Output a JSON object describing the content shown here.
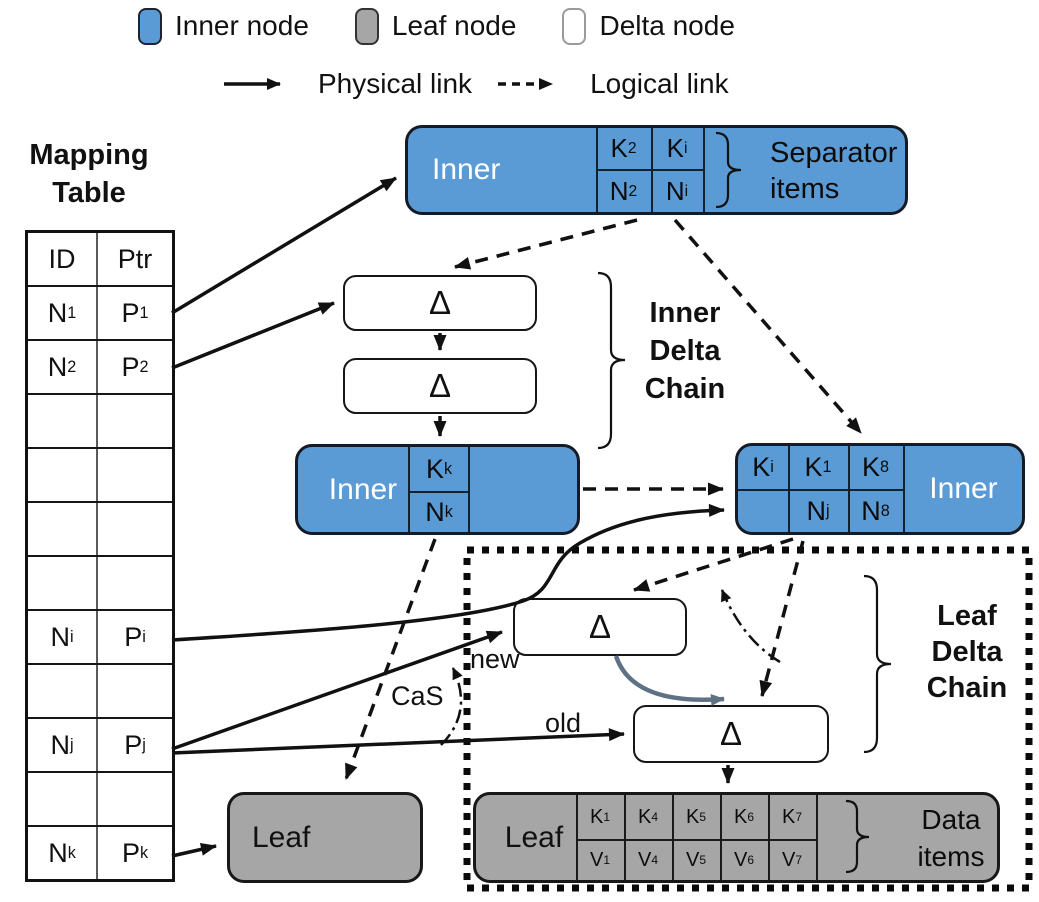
{
  "colors": {
    "inner_node": "#5b9bd5",
    "leaf_node": "#a6a6a6",
    "delta_node": "#ffffff",
    "outline": "#151b26",
    "install_arrow": "#5f7184"
  },
  "legend": {
    "node_types": [
      {
        "label": "Inner node"
      },
      {
        "label": "Leaf node"
      },
      {
        "label": "Delta node"
      }
    ],
    "link_types": [
      {
        "label": "Physical link",
        "style": "solid"
      },
      {
        "label": "Logical link",
        "style": "dashed"
      }
    ]
  },
  "mapping_table": {
    "title": [
      "Mapping",
      "Table"
    ],
    "headers": [
      "ID",
      "Ptr"
    ],
    "rows": [
      {
        "id": {
          "base": "N",
          "sub": "1"
        },
        "ptr": {
          "base": "P",
          "sub": "1"
        }
      },
      {
        "id": {
          "base": "N",
          "sub": "2"
        },
        "ptr": {
          "base": "P",
          "sub": "2"
        }
      },
      {
        "id": {
          "base": "",
          "sub": ""
        },
        "ptr": {
          "base": "",
          "sub": ""
        }
      },
      {
        "id": {
          "base": "",
          "sub": ""
        },
        "ptr": {
          "base": "",
          "sub": ""
        }
      },
      {
        "id": {
          "base": "",
          "sub": ""
        },
        "ptr": {
          "base": "",
          "sub": ""
        }
      },
      {
        "id": {
          "base": "",
          "sub": ""
        },
        "ptr": {
          "base": "",
          "sub": ""
        }
      },
      {
        "id": {
          "base": "N",
          "sub": "i"
        },
        "ptr": {
          "base": "P",
          "sub": "i"
        }
      },
      {
        "id": {
          "base": "",
          "sub": ""
        },
        "ptr": {
          "base": "",
          "sub": ""
        }
      },
      {
        "id": {
          "base": "N",
          "sub": "j"
        },
        "ptr": {
          "base": "P",
          "sub": "j"
        }
      },
      {
        "id": {
          "base": "",
          "sub": ""
        },
        "ptr": {
          "base": "",
          "sub": ""
        }
      },
      {
        "id": {
          "base": "N",
          "sub": "k"
        },
        "ptr": {
          "base": "P",
          "sub": "k"
        }
      }
    ]
  },
  "top_inner": {
    "label": "Inner",
    "cells_top": [
      {
        "base": "K",
        "sub": "2"
      },
      {
        "base": "K",
        "sub": "i"
      }
    ],
    "cells_bottom": [
      {
        "base": "N",
        "sub": "2"
      },
      {
        "base": "N",
        "sub": "i"
      }
    ],
    "annotation": [
      "Separator",
      "items"
    ]
  },
  "inner_delta_chain": {
    "delta_top": "Δ",
    "delta_bottom": "Δ",
    "label": [
      "Inner",
      "Delta",
      "Chain"
    ]
  },
  "mid_left_inner": {
    "label": "Inner",
    "cell_top": {
      "base": "K",
      "sub": "k"
    },
    "cell_bottom": {
      "base": "N",
      "sub": "k"
    }
  },
  "mid_right_inner": {
    "label": "Inner",
    "cells_top": [
      {
        "base": "K",
        "sub": "i"
      },
      {
        "base": "K",
        "sub": "1"
      },
      {
        "base": "K",
        "sub": "8"
      }
    ],
    "cells_bottom": [
      {
        "base": "",
        "sub": ""
      },
      {
        "base": "N",
        "sub": "j"
      },
      {
        "base": "N",
        "sub": "8"
      }
    ]
  },
  "leaf_delta_chain": {
    "delta_new": "Δ",
    "delta_old": "Δ",
    "new_label": "new",
    "old_label": "old",
    "cas_label": "CaS",
    "label": [
      "Leaf",
      "Delta",
      "Chain"
    ]
  },
  "left_leaf": {
    "label": "Leaf"
  },
  "right_leaf": {
    "label": "Leaf",
    "cells_top": [
      {
        "base": "K",
        "sub": "1"
      },
      {
        "base": "K",
        "sub": "4"
      },
      {
        "base": "K",
        "sub": "5"
      },
      {
        "base": "K",
        "sub": "6"
      },
      {
        "base": "K",
        "sub": "7"
      }
    ],
    "cells_bottom": [
      {
        "base": "V",
        "sub": "1"
      },
      {
        "base": "V",
        "sub": "4"
      },
      {
        "base": "V",
        "sub": "5"
      },
      {
        "base": "V",
        "sub": "6"
      },
      {
        "base": "V",
        "sub": "7"
      }
    ],
    "annotation": [
      "Data",
      "items"
    ]
  }
}
